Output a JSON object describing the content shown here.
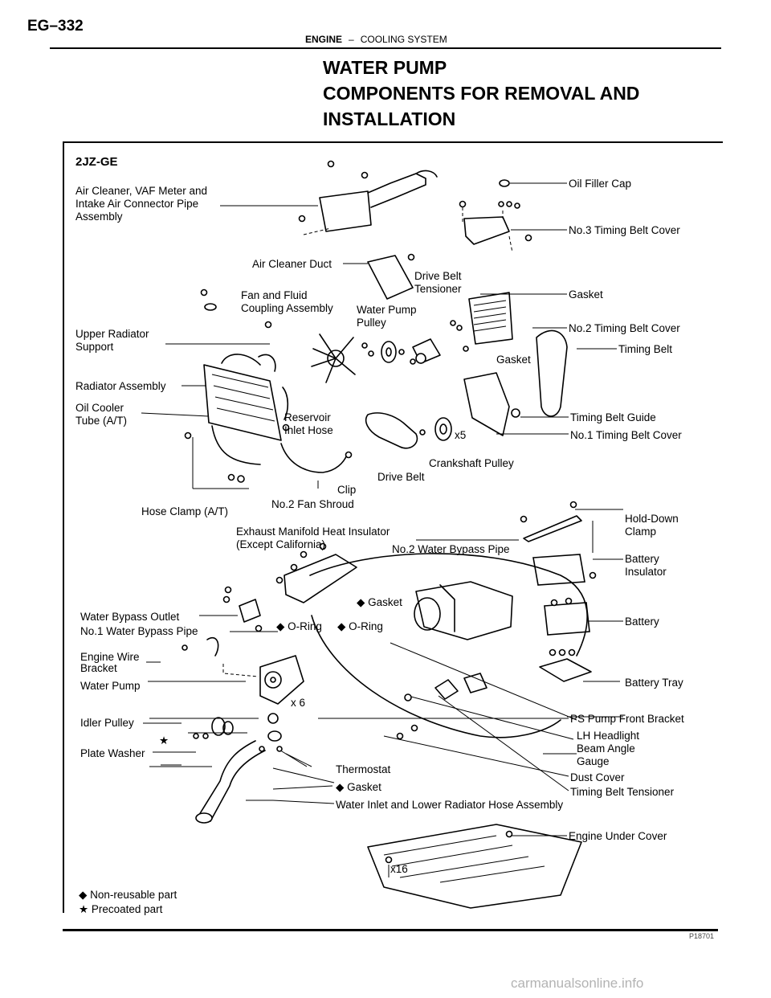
{
  "header": {
    "page_number": "EG–332",
    "section": "ENGINE",
    "separator": "–",
    "subsection": "COOLING SYSTEM"
  },
  "title": {
    "line1": "WATER PUMP",
    "line2": "COMPONENTS FOR REMOVAL AND",
    "line3": "INSTALLATION"
  },
  "diagram": {
    "model": "2JZ-GE",
    "labels": {
      "air_cleaner_1": "Air Cleaner, VAF Meter and",
      "air_cleaner_2": "Intake Air Connector Pipe",
      "air_cleaner_3": "Assembly",
      "oil_filler_cap": "Oil Filler Cap",
      "no3_timing_belt_cover": "No.3 Timing Belt Cover",
      "air_cleaner_duct": "Air Cleaner Duct",
      "drive_belt_tensioner_1": "Drive Belt",
      "drive_belt_tensioner_2": "Tensioner",
      "fan_coupling_1": "Fan and Fluid",
      "fan_coupling_2": "Coupling Assembly",
      "water_pump_pulley_1": "Water Pump",
      "water_pump_pulley_2": "Pulley",
      "gasket_upper": "Gasket",
      "upper_radiator_support_1": "Upper Radiator",
      "upper_radiator_support_2": "Support",
      "no2_timing_belt_cover": "No.2 Timing Belt Cover",
      "timing_belt": "Timing Belt",
      "gasket_mid": "Gasket",
      "radiator_assembly": "Radiator Assembly",
      "oil_cooler_tube_1": "Oil Cooler",
      "oil_cooler_tube_2": "Tube (A/T)",
      "reservoir_inlet_hose_1": "Reservoir",
      "reservoir_inlet_hose_2": "Inlet Hose",
      "timing_belt_guide": "Timing Belt Guide",
      "x5": "x5",
      "no1_timing_belt_cover": "No.1 Timing Belt Cover",
      "crankshaft_pulley": "Crankshaft Pulley",
      "drive_belt": "Drive Belt",
      "clip": "Clip",
      "hose_clamp": "Hose Clamp (A/T)",
      "no2_fan_shroud": "No.2 Fan Shroud",
      "hold_down_clamp_1": "Hold-Down",
      "hold_down_clamp_2": "Clamp",
      "exhaust_insulator_1": "Exhaust Manifold Heat Insulator",
      "exhaust_insulator_2": "(Except California)",
      "no2_water_bypass_pipe": "No.2 Water Bypass Pipe",
      "battery_insulator_1": "Battery",
      "battery_insulator_2": "Insulator",
      "gasket_throttle": "◆ Gasket",
      "water_bypass_outlet": "Water Bypass Outlet",
      "no1_water_bypass_pipe": "No.1 Water Bypass Pipe",
      "o_ring_1": "◆ O-Ring",
      "o_ring_2": "◆ O-Ring",
      "battery": "Battery",
      "engine_wire_bracket_1": "Engine Wire",
      "engine_wire_bracket_2": "Bracket",
      "water_pump": "Water Pump",
      "battery_tray": "Battery Tray",
      "x6": "x 6",
      "ps_pump_front_bracket": "PS Pump Front Bracket",
      "idler_pulley": "Idler Pulley",
      "star": "★",
      "lh_headlight_1": "LH Headlight",
      "lh_headlight_2": "Beam Angle",
      "lh_headlight_3": "Gauge",
      "plate_washer": "Plate Washer",
      "thermostat": "Thermostat",
      "dust_cover": "Dust Cover",
      "gasket_thermostat": "◆ Gasket",
      "timing_belt_tensioner": "Timing Belt Tensioner",
      "water_inlet": "Water Inlet and Lower Radiator Hose Assembly",
      "engine_under_cover": "Engine Under Cover",
      "x16": "x16"
    },
    "legend": {
      "non_reusable": "◆ Non-reusable part",
      "precoated": "★ Precoated part"
    },
    "figure_code": "P18701"
  },
  "watermark": "carmanualsonline.info"
}
